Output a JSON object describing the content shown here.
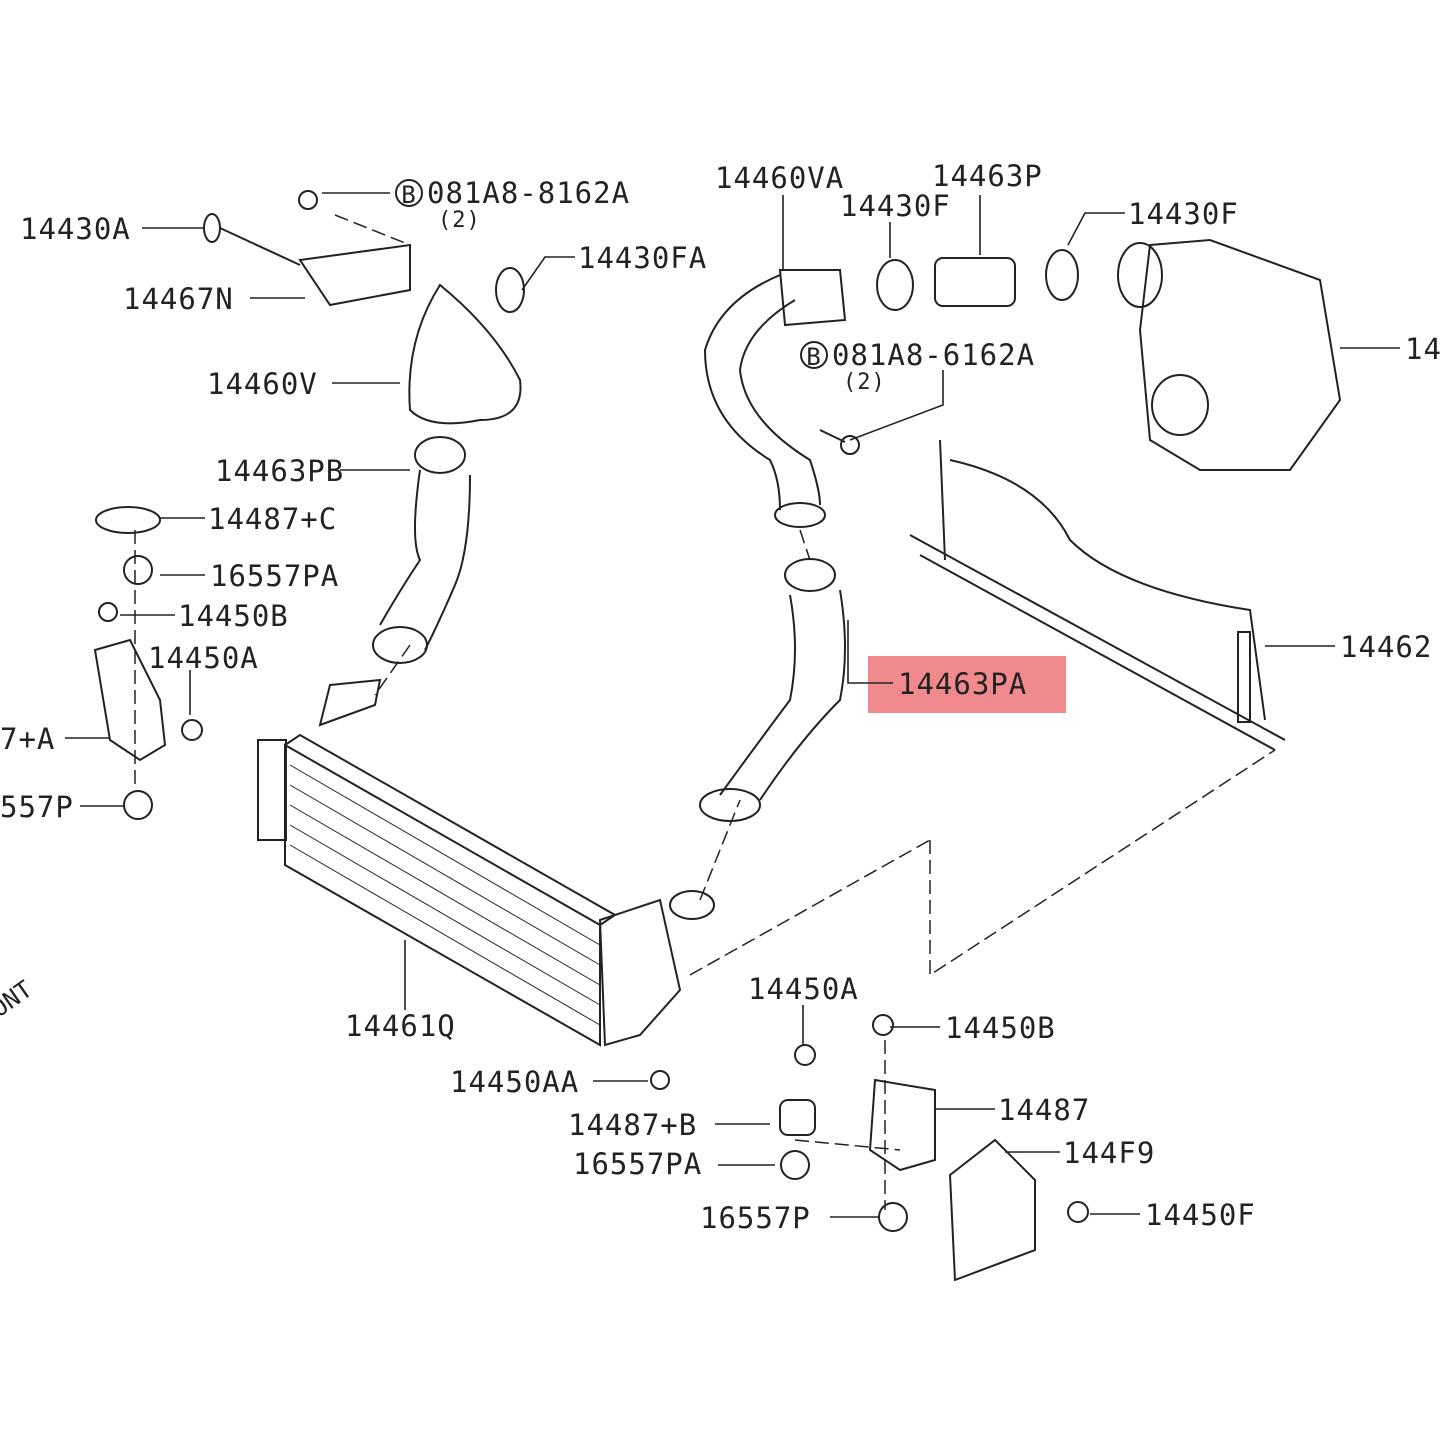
{
  "diagram": {
    "highlighted_part": "14463PA",
    "highlight_color": "#f08a8d",
    "front_label": "ONT",
    "bolt_symbol": "B",
    "labels": {
      "p14430A": "14430A",
      "bolt_top": "081A8-8162A",
      "bolt_top_qty": "(2)",
      "p14467N": "14467N",
      "p14430FA": "14430FA",
      "p14460VA": "14460VA",
      "p14463P": "14463P",
      "p14430F_a": "14430F",
      "p14430F_b": "14430F",
      "p14460V": "14460V",
      "bolt_mid": "081A8-6162A",
      "bolt_mid_qty": "(2)",
      "p14_cut": "14",
      "p14463PB": "14463PB",
      "p14487C": "14487+C",
      "p16557PA_a": "16557PA",
      "p14450B_a": "14450B",
      "p14450A_a": "14450A",
      "p7A": "7+A",
      "p557P": "557P",
      "p14462": "14462",
      "p14463PA": "14463PA",
      "p14461Q": "14461Q",
      "p14450A_b": "14450A",
      "p14450B_b": "14450B",
      "p14450AA": "14450AA",
      "p14487": "14487",
      "p14487B": "14487+B",
      "p144F9": "144F9",
      "p16557PA_b": "16557PA",
      "p14450F": "14450F",
      "p16557P": "16557P"
    }
  }
}
